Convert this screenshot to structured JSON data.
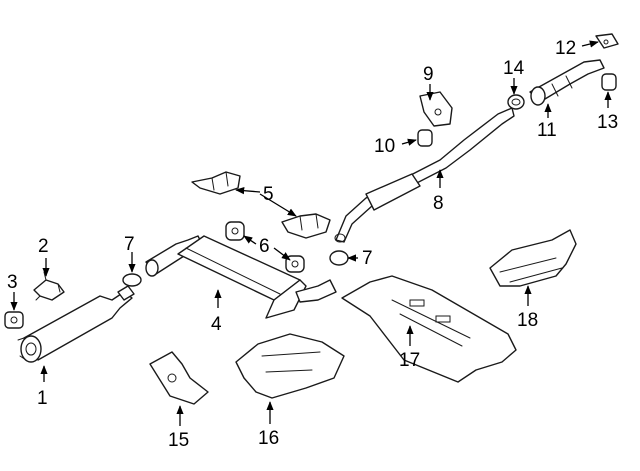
{
  "callouts": {
    "c1": "1",
    "c2": "2",
    "c3": "3",
    "c4": "4",
    "c5": "5",
    "c6": "6",
    "c7a": "7",
    "c7b": "7",
    "c8": "8",
    "c9": "9",
    "c10": "10",
    "c11": "11",
    "c12": "12",
    "c13": "13",
    "c14": "14",
    "c15": "15",
    "c16": "16",
    "c17": "17",
    "c18": "18"
  },
  "colors": {
    "line": "#1a1a1a",
    "fill": "#ffffff",
    "background": "#ffffff"
  }
}
